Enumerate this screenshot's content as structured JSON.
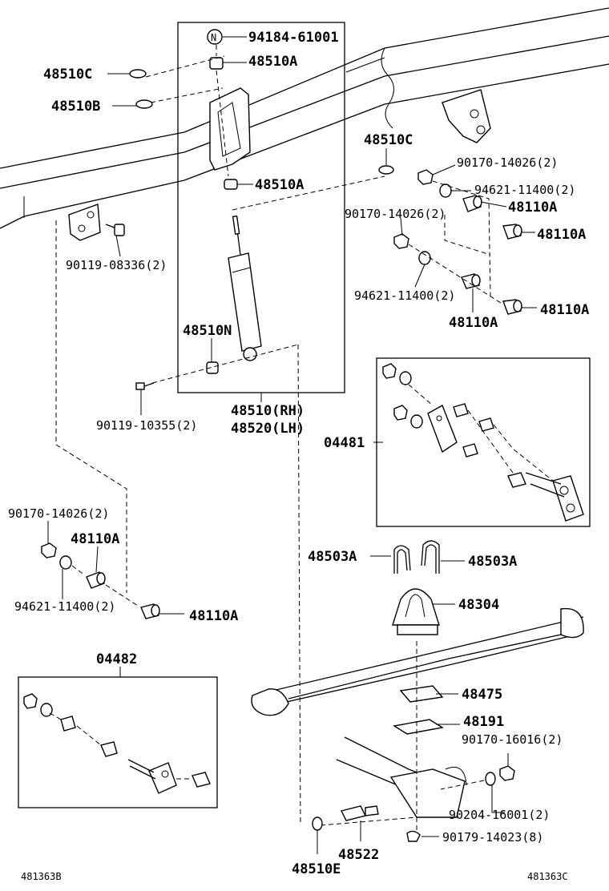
{
  "diagram": {
    "labels": {
      "p94184": "94184-61001",
      "p48510A_top": "48510A",
      "p48510C_left": "48510C",
      "p48510B": "48510B",
      "p48510C_right": "48510C",
      "p90170_r1": "90170-14026(2)",
      "p94621_r1": "94621-11400(2)",
      "p48110A_r1": "48110A",
      "p90170_r2": "90170-14026(2)",
      "p48110A_r2": "48110A",
      "p48510A_mid": "48510A",
      "p90119_08336": "90119-08336(2)",
      "p94621_r2": "94621-11400(2)",
      "p48110A_r3": "48110A",
      "p48110A_r4": "48110A",
      "p48510N": "48510N",
      "p90119_10355": "90119-10355(2)",
      "p48510RH": "48510(RH)",
      "p48520LH": "48520(LH)",
      "p04481": "04481",
      "p90170_l": "90170-14026(2)",
      "p48110A_l1": "48110A",
      "p94621_l": "94621-11400(2)",
      "p48110A_l2": "48110A",
      "p48503A_l": "48503A",
      "p48503A_r": "48503A",
      "p48304": "48304",
      "p04482": "04482",
      "p48475": "48475",
      "p48191": "48191",
      "p90170_16016": "90170-16016(2)",
      "p90204": "90204-16001(2)",
      "p48522": "48522",
      "p90179": "90179-14023(8)",
      "p48510E": "48510E",
      "n_symbol": "N",
      "code_left": "481363B",
      "code_right": "481363C"
    }
  }
}
